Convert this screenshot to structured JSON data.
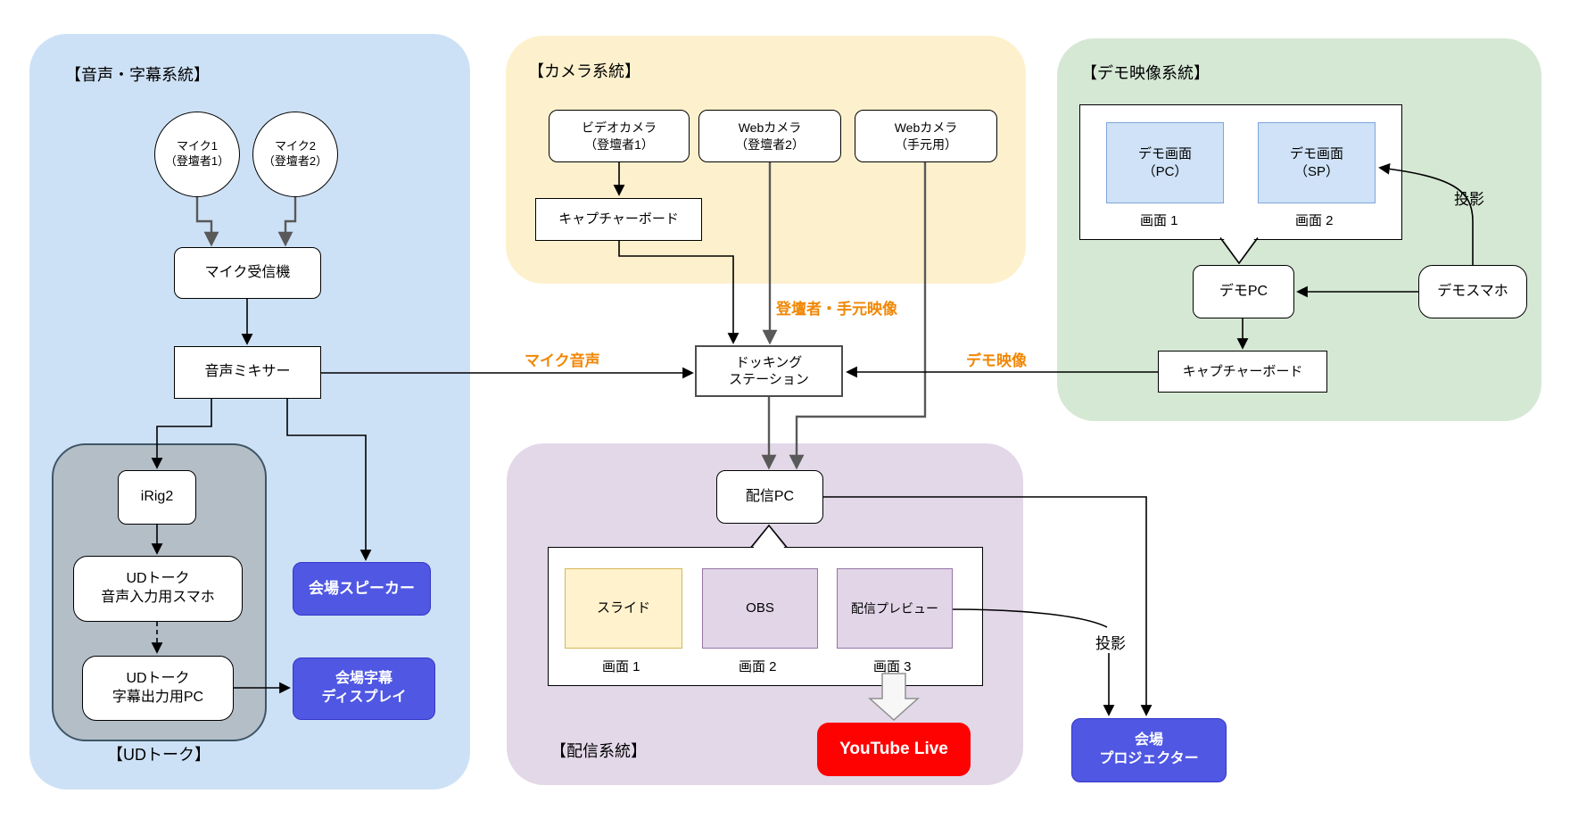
{
  "colors": {
    "audio_region_bg": "#cde1f6",
    "camera_region_bg": "#fdf1cd",
    "demo_region_bg": "#d5e8d4",
    "stream_region_bg": "#e2d8e8",
    "udtalk_group_bg": "#b4bec7",
    "accent_orange": "#f08705",
    "button_blue": "#4f57e3",
    "youtube_red": "#fe0202",
    "screen_blue": "#cfe2f7",
    "screen_yellow": "#fff2cc",
    "screen_purple": "#e1d5e7"
  },
  "audio_region": {
    "title": "【音声・字幕系統】",
    "mic1": {
      "line1": "マイク1",
      "line2": "（登壇者1）"
    },
    "mic2": {
      "line1": "マイク2",
      "line2": "（登壇者2）"
    },
    "receiver": "マイク受信機",
    "mixer": "音声ミキサー",
    "irig": "iRig2",
    "udtalk_phone": {
      "line1": "UDトーク",
      "line2": "音声入力用スマホ"
    },
    "udtalk_pc": {
      "line1": "UDトーク",
      "line2": "字幕出力用PC"
    },
    "udtalk_group_label": "【UDトーク】",
    "venue_speaker": "会場スピーカー",
    "venue_display": {
      "line1": "会場字幕",
      "line2": "ディスプレイ"
    }
  },
  "camera_region": {
    "title": "【カメラ系統】",
    "video_camera": {
      "line1": "ビデオカメラ",
      "line2": "（登壇者1）"
    },
    "web_camera_presenter2": {
      "line1": "Webカメラ",
      "line2": "（登壇者2）"
    },
    "web_camera_hand": {
      "line1": "Webカメラ",
      "line2": "（手元用）"
    },
    "capture_board": "キャプチャーボード"
  },
  "hub": {
    "docking_station": {
      "line1": "ドッキング",
      "line2": "ステーション"
    }
  },
  "demo_region": {
    "title": "【デモ映像系統】",
    "demo_screen_pc": {
      "line1": "デモ画面",
      "line2": "（PC）"
    },
    "demo_screen_sp": {
      "line1": "デモ画面",
      "line2": "（SP）"
    },
    "screen1_label": "画面 1",
    "screen2_label": "画面 2",
    "demo_pc": "デモPC",
    "demo_phone": "デモスマホ",
    "capture_board": "キャプチャーボード",
    "projection_label": "投影"
  },
  "stream_region": {
    "title": "【配信系統】",
    "stream_pc": "配信PC",
    "screen_slide": "スライド",
    "screen_obs": "OBS",
    "screen_preview": "配信プレビュー",
    "screen1_label": "画面 1",
    "screen2_label": "画面 2",
    "screen3_label": "画面 3",
    "youtube": "YouTube Live",
    "projection_label": "投影",
    "venue_projector": {
      "line1": "会場",
      "line2": "プロジェクター"
    }
  },
  "edge_labels": {
    "mic_audio": "マイク音声",
    "presenter_hand_video": "登壇者・手元映像",
    "demo_video": "デモ映像"
  }
}
